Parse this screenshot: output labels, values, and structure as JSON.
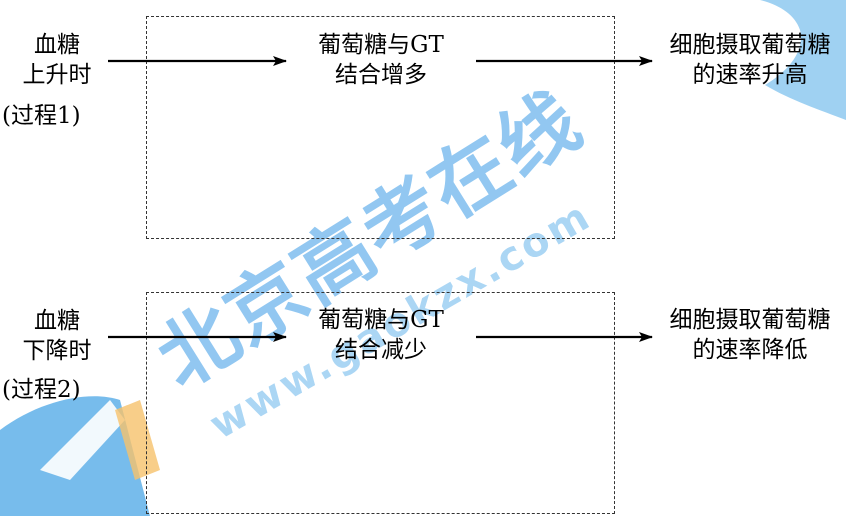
{
  "process1": {
    "left_line1": "血糖",
    "left_line2": "上升时",
    "label": "(过程1)",
    "middle_line1": "葡萄糖与GT",
    "middle_line2": "结合增多",
    "right_line1": "细胞摄取葡萄糖",
    "right_line2": "的速率升高"
  },
  "process2": {
    "left_line1": "血糖",
    "left_line2": "下降时",
    "label": "(过程2)",
    "middle_line1": "葡萄糖与GT",
    "middle_line2": "结合减少",
    "right_line1": "细胞摄取葡萄糖",
    "right_line2": "的速率降低"
  },
  "watermark": {
    "text": "北京高考在线",
    "url": "www.gaokzx.com",
    "color": "#1e90e0"
  }
}
